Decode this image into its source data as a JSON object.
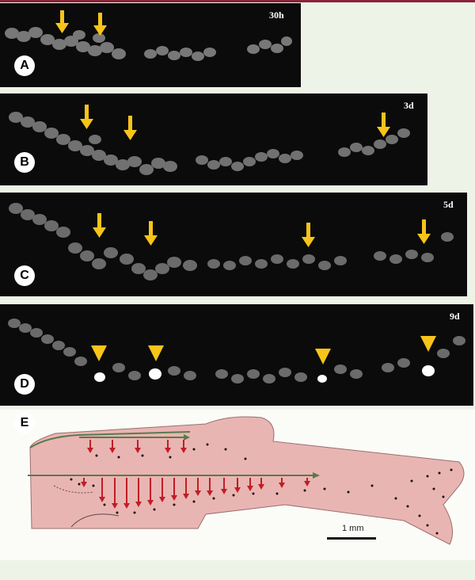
{
  "figure": {
    "panels": [
      {
        "label": "A",
        "time": "30h",
        "arrow_count": 2
      },
      {
        "label": "B",
        "time": "3d",
        "arrow_count": 3
      },
      {
        "label": "C",
        "time": "5d",
        "arrow_count": 4
      },
      {
        "label": "D",
        "time": "9d",
        "arrow_count": 4
      }
    ],
    "diagram": {
      "label": "E",
      "scale_label": "1 mm"
    },
    "colors": {
      "arrow_yellow": "#f7c41a",
      "diagram_arrow_red": "#c11d26",
      "body_pink": "#e9b5b2",
      "migration_line_green": "#5a7a4e"
    },
    "icons": [
      "down-arrow-icon",
      "arrowhead-icon"
    ]
  }
}
